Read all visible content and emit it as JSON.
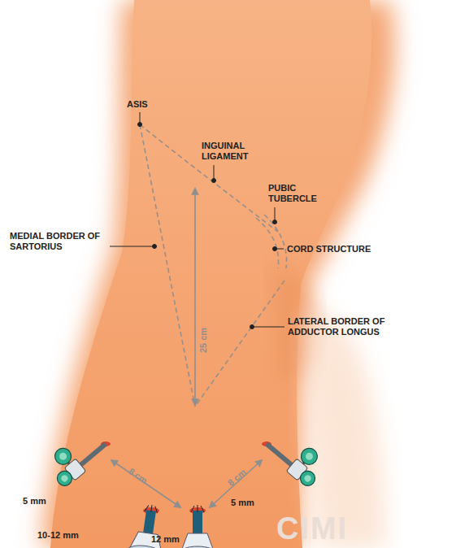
{
  "diagram": {
    "labels": [
      "ASIS",
      "INGUINAL LIGAMENT",
      "PUBIC TUBERCLE",
      "MEDIAL BORDER OF SARTORIUS",
      "CORD STRUCTURE",
      "LATERAL BORDER OF ADDUCTOR LONGUS",
      "25 cm",
      "8 cm",
      "8 cm",
      "5 mm",
      "5 mm",
      "10-12 mm",
      "12 mm",
      "CIMI"
    ]
  }
}
